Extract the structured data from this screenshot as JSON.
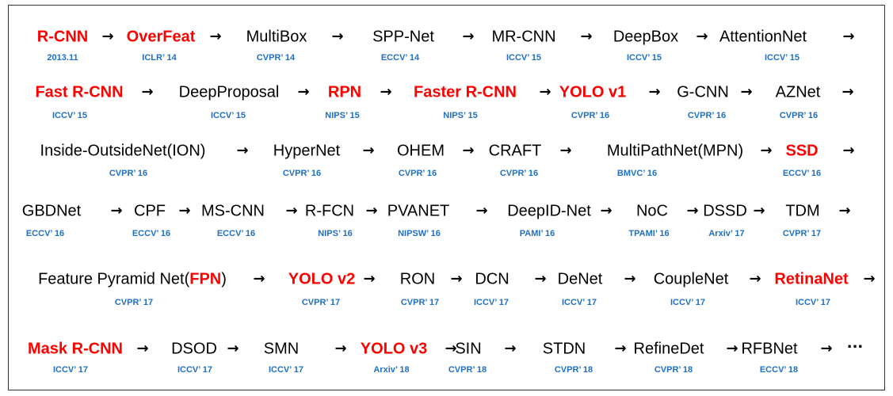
{
  "colors": {
    "highlight": "#ff0000",
    "venue": "#1f6fc4",
    "text": "#000000",
    "border": "#333333"
  },
  "arrow_glyph": "→",
  "ellipsis": "···",
  "rows": [
    {
      "items": [
        {
          "name": "R-CNN",
          "venue": "2013.11",
          "highlight": true
        },
        {
          "name": "OverFeat",
          "venue": "ICLR’ 14",
          "highlight": true
        },
        {
          "name": "MultiBox",
          "venue": "CVPR’ 14",
          "highlight": false
        },
        {
          "name": "SPP-Net",
          "venue": "ECCV’ 14",
          "highlight": false
        },
        {
          "name": "MR-CNN",
          "venue": "ICCV’ 15",
          "highlight": false
        },
        {
          "name": "DeepBox",
          "venue": "ICCV’ 15",
          "highlight": false
        },
        {
          "name": "AttentionNet",
          "venue": "ICCV’ 15",
          "highlight": false
        }
      ]
    },
    {
      "items": [
        {
          "name": "Fast R-CNN",
          "venue": "ICCV’ 15",
          "highlight": true
        },
        {
          "name": "DeepProposal",
          "venue": "ICCV’ 15",
          "highlight": false
        },
        {
          "name": "RPN",
          "venue": "NIPS’ 15",
          "highlight": true
        },
        {
          "name": "Faster R-CNN",
          "venue": "NIPS’ 15",
          "highlight": true
        },
        {
          "name": "YOLO v1",
          "venue": "CVPR’ 16",
          "highlight": true
        },
        {
          "name": "G-CNN",
          "venue": "CVPR’ 16",
          "highlight": false
        },
        {
          "name": "AZNet",
          "venue": "CVPR’ 16",
          "highlight": false
        }
      ]
    },
    {
      "items": [
        {
          "name": "Inside-OutsideNet(ION)",
          "venue": "CVPR’ 16",
          "highlight": false
        },
        {
          "name": "HyperNet",
          "venue": "CVPR’ 16",
          "highlight": false
        },
        {
          "name": "OHEM",
          "venue": "CVPR’ 16",
          "highlight": false
        },
        {
          "name": "CRAFT",
          "venue": "CVPR’ 16",
          "highlight": false
        },
        {
          "name": "MultiPathNet(MPN)",
          "venue": "BMVC’ 16",
          "highlight": false
        },
        {
          "name": "SSD",
          "venue": "ECCV’ 16",
          "highlight": true
        }
      ]
    },
    {
      "items": [
        {
          "name": "GBDNet",
          "venue": "ECCV’ 16",
          "highlight": false
        },
        {
          "name": "CPF",
          "venue": "ECCV’ 16",
          "highlight": false
        },
        {
          "name": "MS-CNN",
          "venue": "ECCV’ 16",
          "highlight": false
        },
        {
          "name": "R-FCN",
          "venue": "NIPS’ 16",
          "highlight": false
        },
        {
          "name": "PVANET",
          "venue": "NIPSW’ 16",
          "highlight": false
        },
        {
          "name": "DeepID-Net",
          "venue": "PAMI’ 16",
          "highlight": false
        },
        {
          "name": "NoC",
          "venue": "TPAMI’ 16",
          "highlight": false
        },
        {
          "name": "DSSD",
          "venue": "Arxiv’ 17",
          "highlight": false
        },
        {
          "name": "TDM",
          "venue": "CVPR’ 17",
          "highlight": false
        }
      ]
    },
    {
      "items": [
        {
          "name_prefix": "Feature Pyramid Net(",
          "name_highlight": "FPN",
          "name_suffix": ")",
          "venue": "CVPR’ 17",
          "highlight": false
        },
        {
          "name": "YOLO v2",
          "venue": "CVPR’ 17",
          "highlight": true
        },
        {
          "name": "RON",
          "venue": "CVPR’ 17",
          "highlight": false
        },
        {
          "name": "DCN",
          "venue": "ICCV’ 17",
          "highlight": false
        },
        {
          "name": "DeNet",
          "venue": "ICCV’ 17",
          "highlight": false
        },
        {
          "name": "CoupleNet",
          "venue": "ICCV’ 17",
          "highlight": false
        },
        {
          "name": "RetinaNet",
          "venue": "ICCV’ 17",
          "highlight": true
        }
      ]
    },
    {
      "items": [
        {
          "name": "Mask R-CNN",
          "venue": "ICCV’ 17",
          "highlight": true
        },
        {
          "name": "DSOD",
          "venue": "ICCV’ 17",
          "highlight": false
        },
        {
          "name": "SMN",
          "venue": "ICCV’ 17",
          "highlight": false
        },
        {
          "name": "YOLO v3",
          "venue": "Arxiv’ 18",
          "highlight": true
        },
        {
          "name": "SIN",
          "venue": "CVPR’ 18",
          "highlight": false
        },
        {
          "name": "STDN",
          "venue": "CVPR’ 18",
          "highlight": false
        },
        {
          "name": "RefineDet",
          "venue": "CVPR’ 18",
          "highlight": false
        },
        {
          "name": "RFBNet",
          "venue": "ECCV’ 18",
          "highlight": false
        }
      ]
    }
  ]
}
